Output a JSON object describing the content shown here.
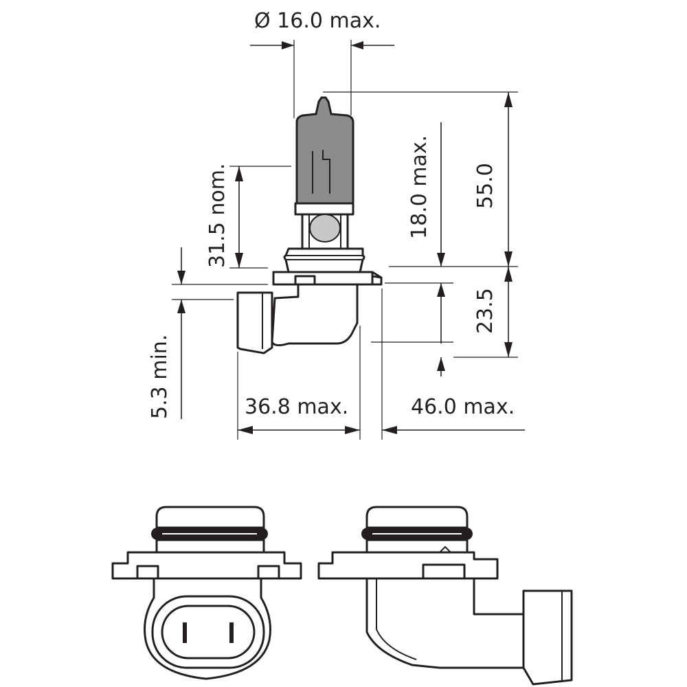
{
  "dimensions": {
    "diameter_max": "Ø 16.0 max.",
    "overall_height": "55.0",
    "filament_height_max": "18.0 max.",
    "light_center_nom": "31.5 nom.",
    "base_height": "23.5",
    "pin_min": "5.3 min.",
    "width_front": "36.8 max.",
    "width_back": "46.0 max."
  },
  "colors": {
    "line": "#231f20",
    "glass": "#8c8c8c",
    "background": "#ffffff"
  }
}
